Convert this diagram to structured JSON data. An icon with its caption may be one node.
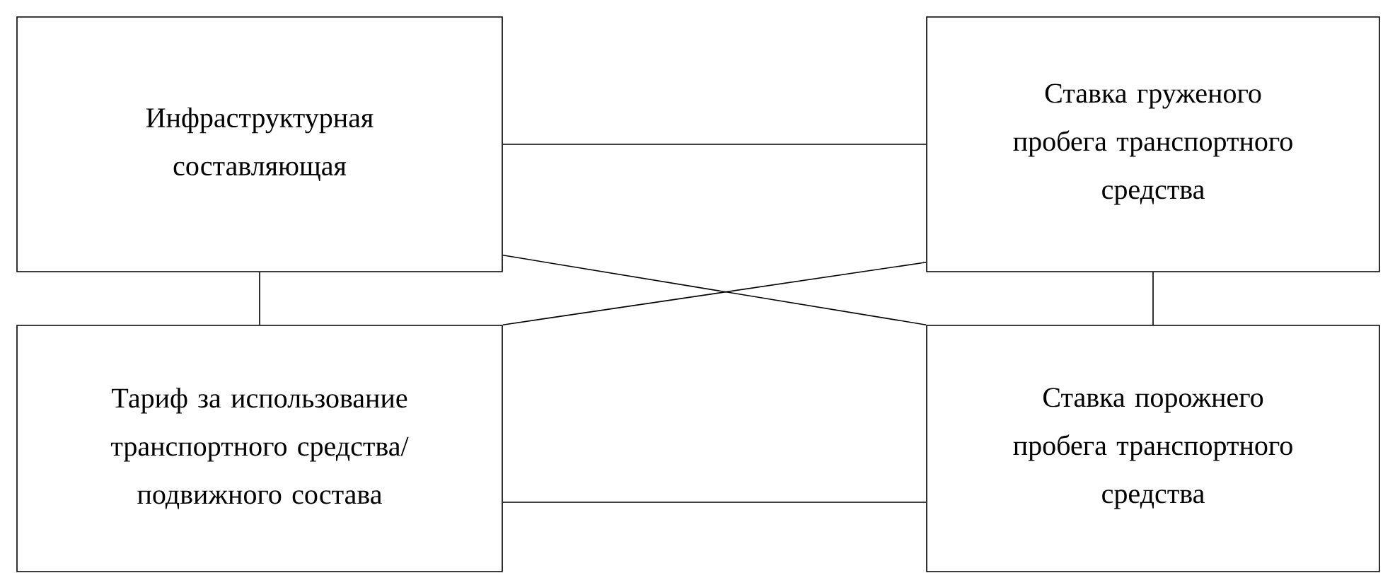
{
  "diagram": {
    "nodes": [
      {
        "text": [
          "Инфраструктурная составляющая"
        ]
      },
      {
        "text": [
          "Ставка груженого пробега транспортного средства"
        ]
      },
      {
        "text": [
          "Тариф за использование транспортного средства/ подвижного состава"
        ]
      },
      {
        "text": [
          "Ставка порожнего пробега транспортного средства"
        ]
      }
    ],
    "edges": [
      {
        "from": 0,
        "to": 1,
        "arrow": "none"
      },
      {
        "from": 0,
        "to": 2,
        "arrow": "none"
      },
      {
        "from": 1,
        "to": 3,
        "arrow": "none"
      },
      {
        "from": 0,
        "to": 3,
        "arrow": "none"
      },
      {
        "from": 2,
        "to": 1,
        "arrow": "none"
      },
      {
        "from": 2,
        "to": 3,
        "arrow": "none"
      }
    ]
  }
}
